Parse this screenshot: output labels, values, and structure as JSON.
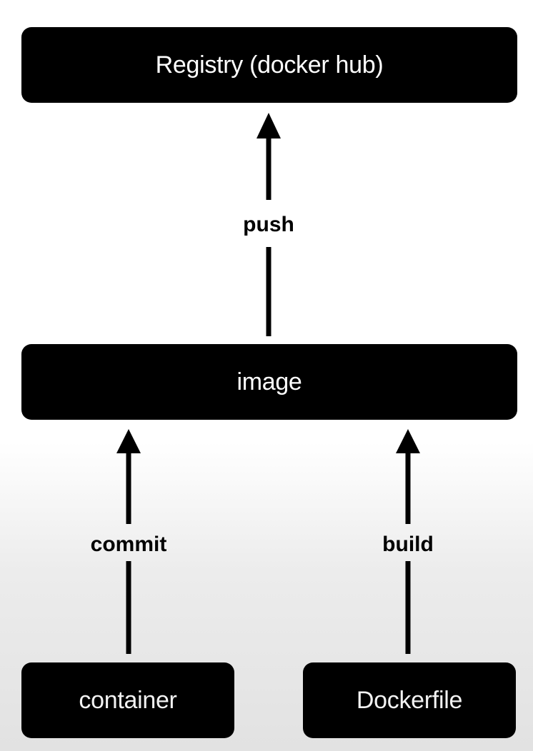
{
  "nodes": {
    "registry": "Registry (docker hub)",
    "image": "image",
    "container": "container",
    "dockerfile": "Dockerfile"
  },
  "edges": {
    "push": "push",
    "commit": "commit",
    "build": "build"
  },
  "colors": {
    "box_fill": "#000000",
    "box_text": "#ffffff",
    "arrow": "#000000",
    "background": "#ffffff"
  }
}
